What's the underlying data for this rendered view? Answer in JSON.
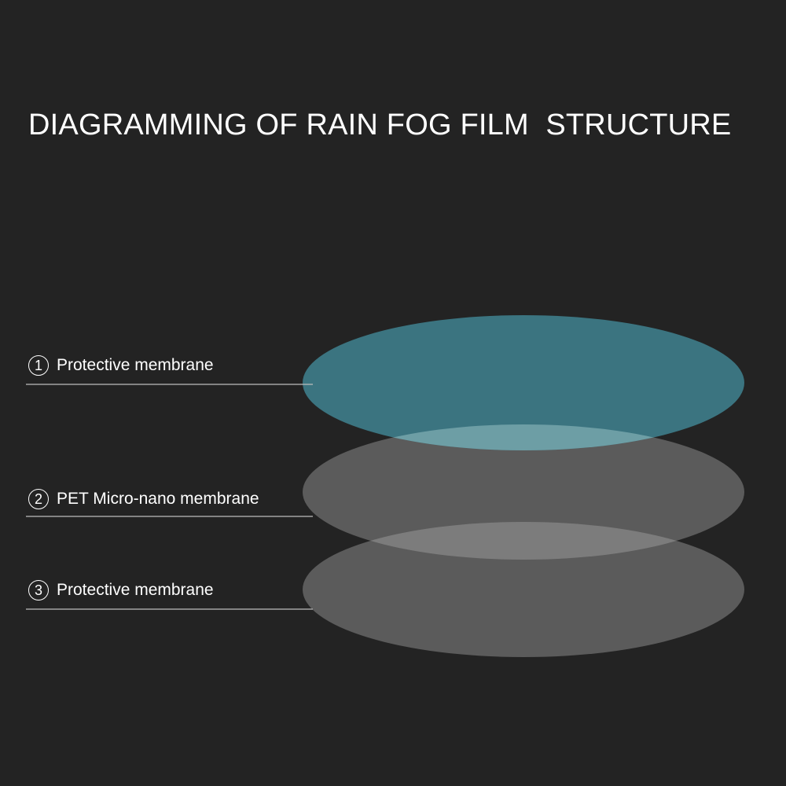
{
  "title": "DIAGRAMMING OF RAIN FOG FILM  STRUCTURE",
  "layers": [
    {
      "number": "1",
      "label": "Protective membrane",
      "color": "#3b7480"
    },
    {
      "number": "2",
      "label": "PET Micro-nano membrane",
      "color": "#5a5a5a"
    },
    {
      "number": "3",
      "label": "Protective membrane",
      "color": "#5a5a5a"
    }
  ],
  "colors": {
    "background": "#232323",
    "text": "#ffffff",
    "leader_line": "#bdbdbd",
    "overlap_highlight": "#7a7a7a",
    "teal_overlap": "#6e9fa6"
  }
}
